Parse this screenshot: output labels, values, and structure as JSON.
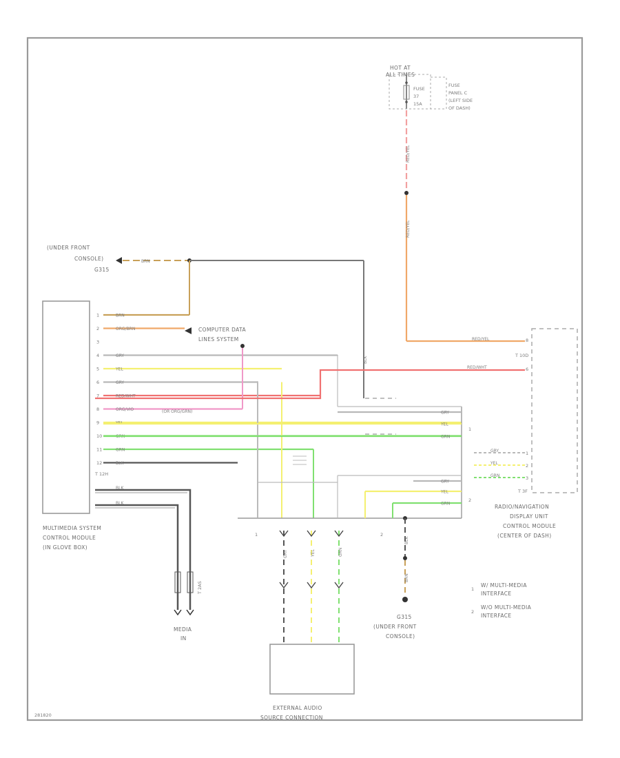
{
  "hot_at": [
    "HOT AT",
    "ALL TIMES"
  ],
  "fuse": {
    "name": "FUSE",
    "number": "37",
    "amps": "15A"
  },
  "fuse_panel": [
    "FUSE",
    "PANEL C",
    "(LEFT SIDE",
    "OF DASH)"
  ],
  "ground_top": {
    "lines": [
      "(UNDER FRONT",
      "CONSOLE)",
      "G315"
    ],
    "wire": "BRN"
  },
  "computer_data": [
    "COMPUTER DATA",
    "LINES SYSTEM"
  ],
  "multimedia_module": {
    "connector": "T 12H",
    "name_lines": [
      "MULTIMEDIA SYSTEM",
      "CONTROL MODULE",
      "(IN GLOVE BOX)"
    ],
    "pins": [
      "1",
      "2",
      "3",
      "4",
      "5",
      "6",
      "7",
      "8",
      "9",
      "10",
      "11",
      "12"
    ],
    "wires": [
      "BRN",
      "ORG/BRN",
      "",
      "GRY",
      "YEL",
      "GRY",
      "RED/WHT",
      "ORG/VIO",
      "YEL",
      "GRN",
      "GRN",
      "BLK"
    ],
    "extra_wire": "(OR ORG/GRN)",
    "shielded_wires": [
      "BLK",
      "BLK"
    ]
  },
  "media_in": {
    "label": [
      "MEDIA",
      "IN"
    ],
    "connector": "T 2AS"
  },
  "radio_module": {
    "connector_top": "T 10D",
    "connector_bottom": "T 3F",
    "wires_top": [
      "RED/YEL",
      "RED/WHT"
    ],
    "pins_top": [
      "8",
      "6"
    ],
    "wires_bottom": [
      "GRY",
      "YEL",
      "GRN"
    ],
    "pins_bottom": [
      "1",
      "2",
      "3"
    ],
    "name_lines": [
      "RADIO/NAVIGATION",
      "DISPLAY UNIT",
      "CONTROL MODULE",
      "(CENTER OF DASH)"
    ]
  },
  "fuse_wires": [
    "RED/YEL",
    "RED/YEL"
  ],
  "splice_wires": [
    "GRY",
    "YEL",
    "GRN",
    "GRY",
    "YEL",
    "GRN",
    "BLK"
  ],
  "splice_markers": [
    "1",
    "2"
  ],
  "connector_markers": [
    "1",
    "2"
  ],
  "lower_wires": [
    "GRY",
    "YEL",
    "GRN",
    "BLK",
    "BRN"
  ],
  "ground_bottom": {
    "lines": [
      "G315",
      "(UNDER FRONT",
      "CONSOLE)"
    ]
  },
  "external_audio": [
    "EXTERNAL AUDIO",
    "SOURCE CONNECTION"
  ],
  "legend": [
    {
      "marker": "1",
      "text": [
        "W/ MULTI-MEDIA",
        "INTERFACE"
      ]
    },
    {
      "marker": "2",
      "text": [
        "W/O MULTI-MEDIA",
        "INTERFACE"
      ]
    }
  ],
  "figure_id": "281820",
  "colors": {
    "brn": "#c8a058",
    "org": "#f0a868",
    "red": "#f07070",
    "pink": "#f098c8",
    "yel": "#f4f070",
    "grn": "#80e070",
    "blk": "#555555",
    "gry": "#b8b8b8"
  }
}
